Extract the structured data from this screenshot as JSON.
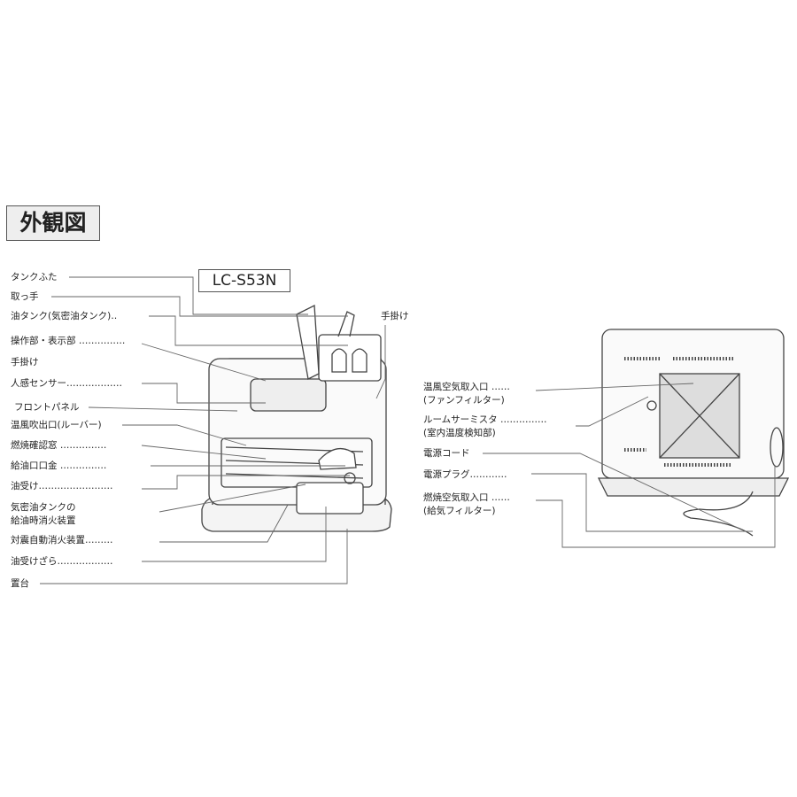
{
  "title": "外観図",
  "model": "LC-S53N",
  "front_labels": [
    "タンクふた",
    "取っ手",
    "油タンク(気密油タンク)‥",
    "操作部・表示部 ……………",
    "手掛け",
    "人感センサー………………",
    "フロントパネル",
    "温風吹出口(ルーバー)",
    "燃焼確認窓 ……………",
    "給油口口金 ……………",
    "油受け……………………",
    "気密油タンクの",
    "給油時消火装置",
    "対震自動消火装置………",
    "油受けざら………………",
    "置台"
  ],
  "front_right_label": "手掛け",
  "rear_labels": [
    "温風空気取入口 ……",
    "(ファンフィルター)",
    "ルームサーミスタ ……………",
    "(室内温度検知部)",
    "電源コード",
    "電源プラグ…………",
    "燃焼空気取入口 ……",
    "(給気フィルター)"
  ]
}
